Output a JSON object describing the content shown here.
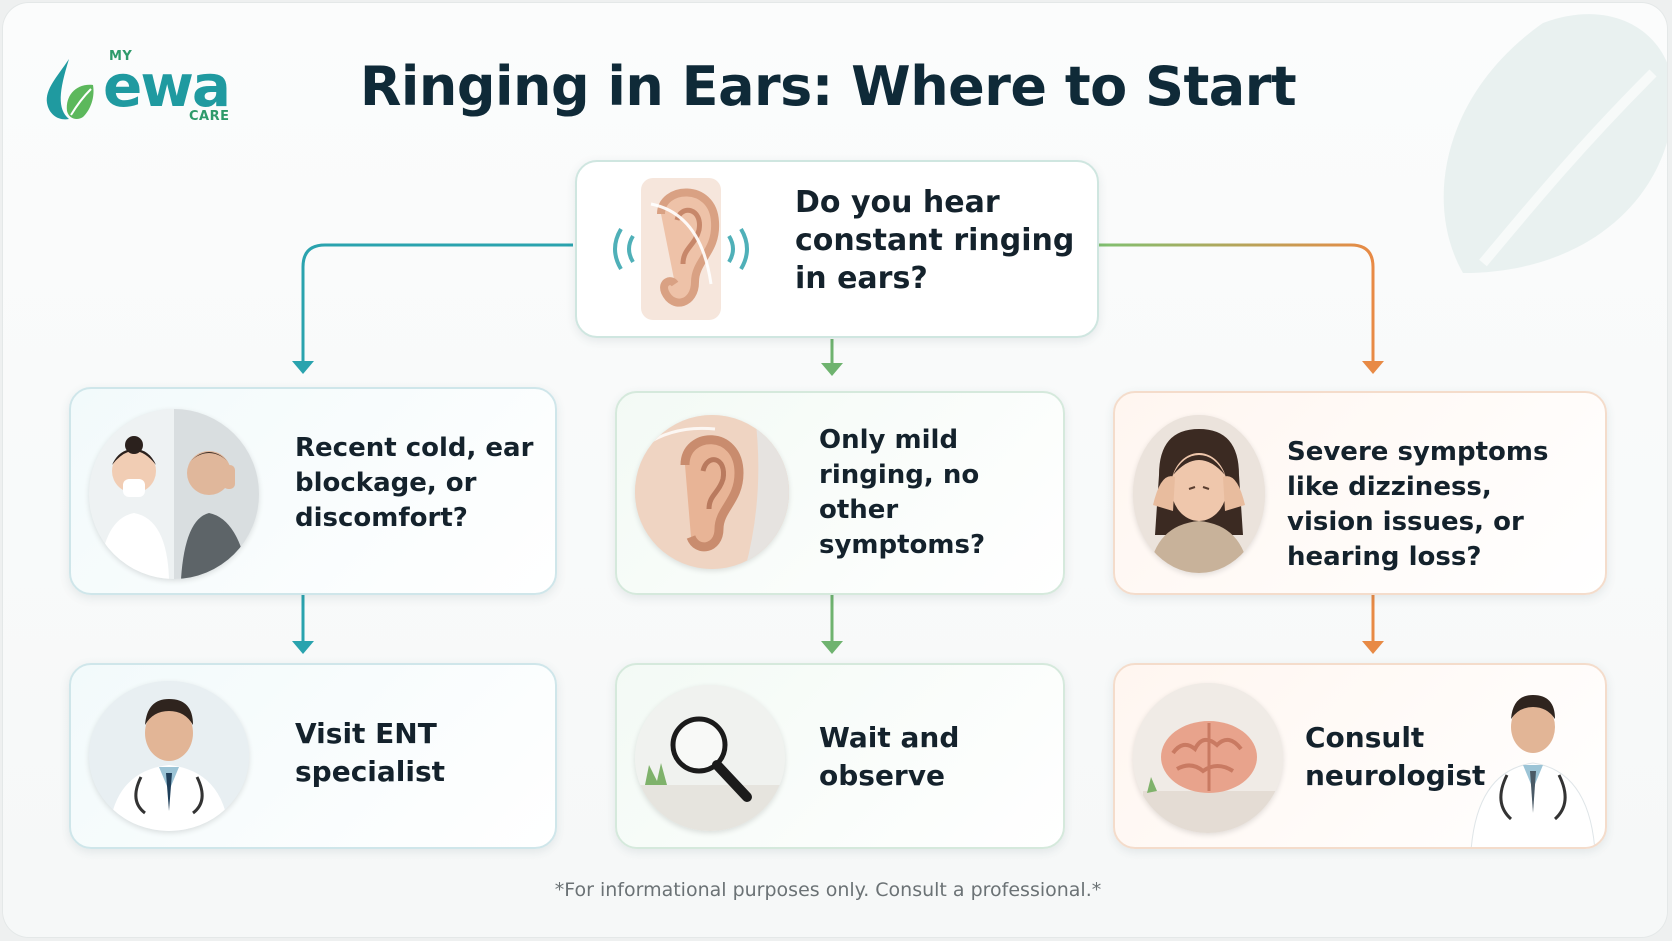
{
  "brand": {
    "my": "MY",
    "name": "ewa",
    "care": "CARE"
  },
  "title": "Ringing in Ears: Where to Start",
  "start": {
    "question": "Do you hear constant ringing in ears?"
  },
  "branches": [
    {
      "question": "Recent cold, ear blockage, or discomfort?",
      "outcome": "Visit ENT specialist",
      "color": "#2aa3ae"
    },
    {
      "question": "Only mild ringing, no other symptoms?",
      "outcome": "Wait and observe",
      "color": "#6fb36f"
    },
    {
      "question": "Severe symptoms like dizziness, vision issues, or hearing loss?",
      "outcome": "Consult neurologist",
      "color": "#e88a45"
    }
  ],
  "icons": {
    "start": "ear-sound-icon",
    "q1": "sneezing-and-ear-pain-people-icon",
    "q2": "ear-closeup-icon",
    "q3": "woman-headache-icon",
    "o1": "doctor-icon",
    "o2": "magnifying-glass-icon",
    "o3": "brain-icon",
    "o3b": "doctor-icon"
  },
  "footer": "*For informational purposes only. Consult a professional.*"
}
